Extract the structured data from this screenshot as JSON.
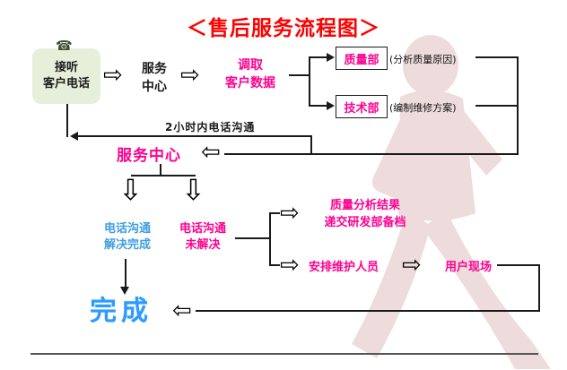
{
  "title": "＜售后服务流程图＞",
  "flow": {
    "answer_phone": "接听\n客户电话",
    "service_center_first": "服务\n中心",
    "retrieve_data": "调取\n客户数据",
    "quality_dept": "质量部",
    "quality_dept_note": "(分析质量原因)",
    "tech_dept": "技术部",
    "tech_dept_note": "(编制维修方案)",
    "feedback_2h": "2小时内电话沟通",
    "service_center_second": "服务中心",
    "resolved": "电话沟通\n解决完成",
    "unresolved": "电话沟通\n未解决",
    "quality_result": "质量分析结果\n递交研发部备档",
    "arrange_staff": "安排维护人员",
    "user_site": "用户现场",
    "done": "完成"
  },
  "icons": {
    "arrow_right": "⇨",
    "arrow_left": "⇦",
    "arrow_down": "⇩",
    "phone": "☎"
  },
  "colors": {
    "title_red": "#ff0000",
    "magenta": "#ff0090",
    "blue": "#3f9fe0",
    "done_blue": "#2e9bff",
    "box_green": "#e6efda",
    "line_black": "#1a1a1a",
    "silhouette": "#eedcdc"
  }
}
